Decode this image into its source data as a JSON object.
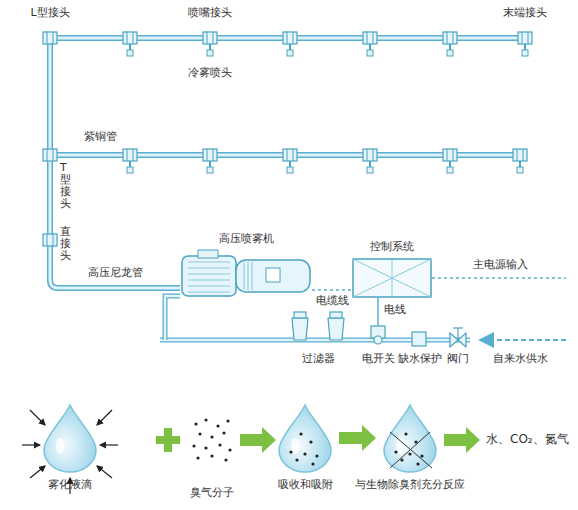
{
  "diagram": {
    "nodes": [
      {
        "text": [
          "高压喷雾机"
        ]
      },
      {
        "text": [
          "控制系统"
        ]
      },
      {
        "text": [
          "雾化液滴"
        ]
      },
      {
        "text": [
          "吸收和吸附"
        ]
      },
      {
        "text": [
          "与生物除臭剂充分反应"
        ]
      }
    ],
    "edges": [
      {
        "from": 0,
        "to": 1,
        "arrow": "none",
        "label": "电缆线"
      },
      {
        "from": 3,
        "to": 4,
        "arrow": "to"
      }
    ],
    "labels": [
      "L型接头",
      "喷嘴接头",
      "冷雾喷头",
      "末端接头",
      "紫铜管",
      "T型接头",
      "直接头",
      "高压尼龙管",
      "主电源输入",
      "电线",
      "过滤器",
      "电开关",
      "缺水保护",
      "阀门",
      "自来水供水",
      "臭气分子",
      "水、CO₂、氮气"
    ]
  }
}
